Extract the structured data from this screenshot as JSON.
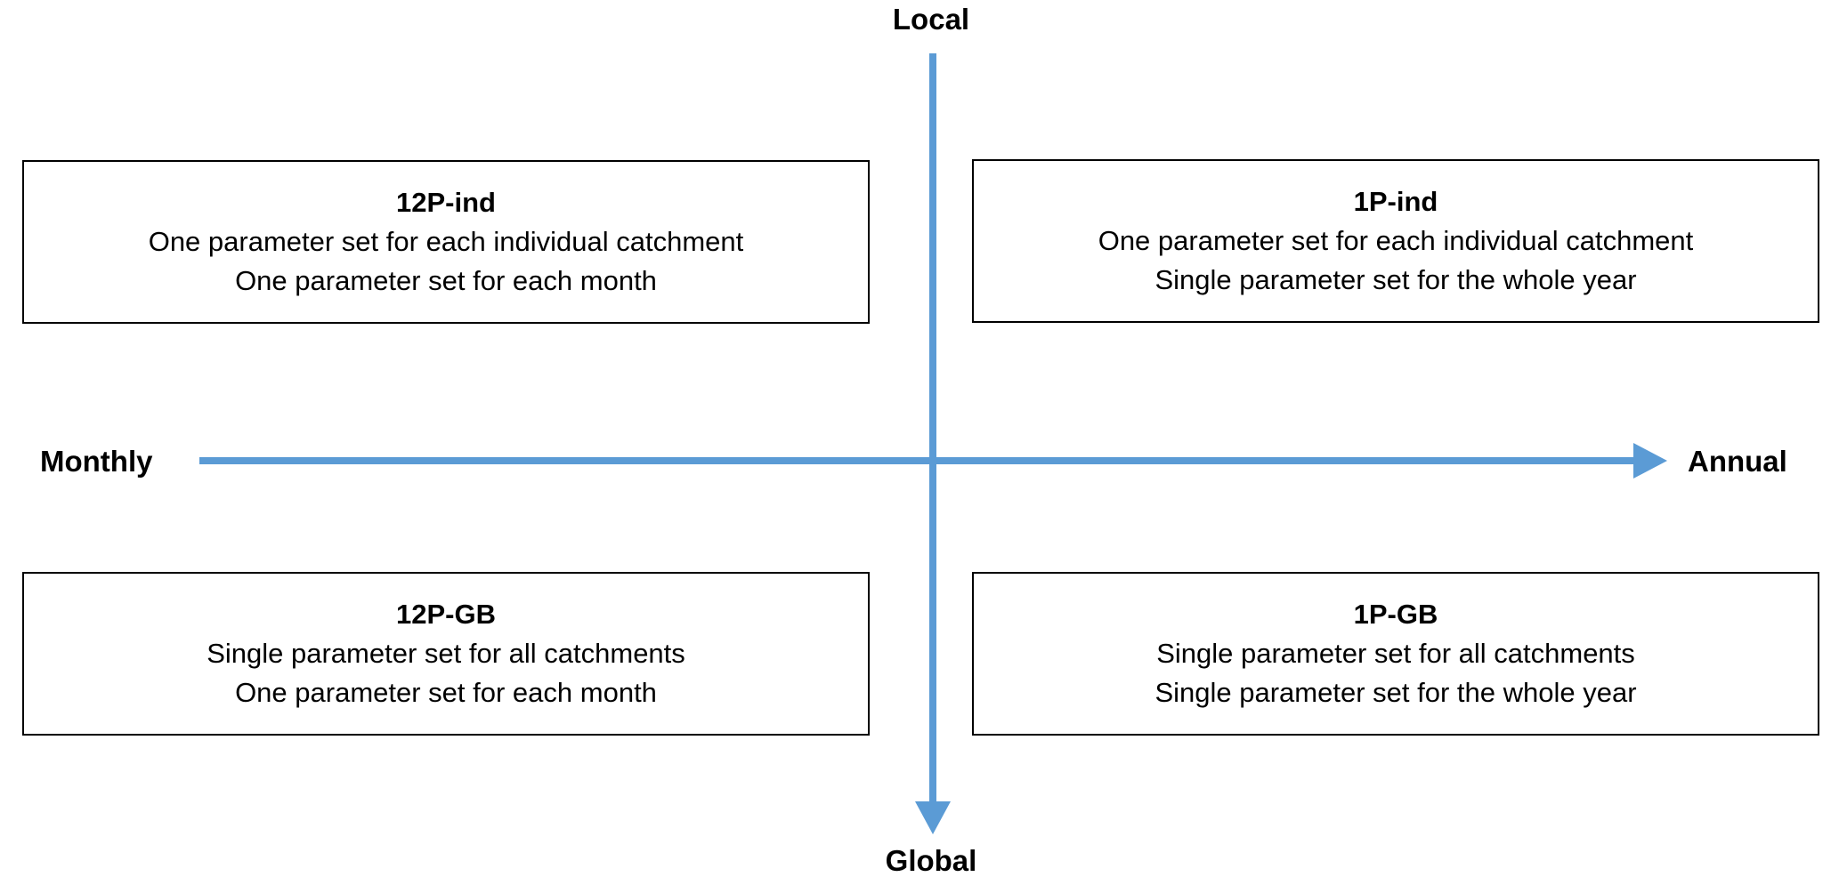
{
  "diagram": {
    "axes": {
      "vertical": {
        "top_label": "Local",
        "bottom_label": "Global"
      },
      "horizontal": {
        "left_label": "Monthly",
        "right_label": "Annual"
      }
    },
    "quadrants": [
      {
        "id": "top-left",
        "title": "12P-ind",
        "line1": "One parameter set for each individual catchment",
        "line2": "One parameter set for each month"
      },
      {
        "id": "top-right",
        "title": "1P-ind",
        "line1": "One parameter set for each individual catchment",
        "line2": "Single parameter set for the whole year"
      },
      {
        "id": "bottom-left",
        "title": "12P-GB",
        "line1": "Single parameter set for all catchments",
        "line2": "One parameter set for each month"
      },
      {
        "id": "bottom-right",
        "title": "1P-GB",
        "line1": "Single parameter set for all catchments",
        "line2": "Single parameter set for the whole year"
      }
    ],
    "colors": {
      "axis": "#5B9BD5",
      "text": "#000000",
      "box_border": "#000000",
      "background": "#FFFFFF"
    }
  }
}
